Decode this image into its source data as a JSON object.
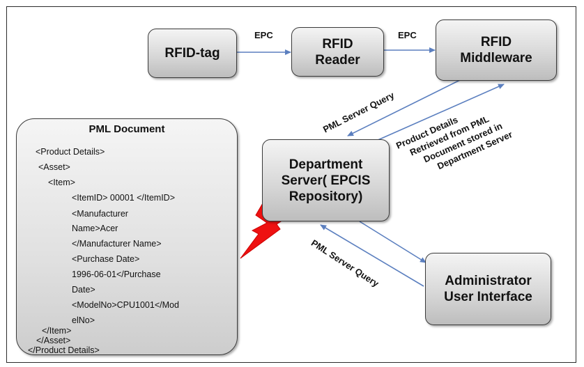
{
  "nodes": {
    "rfid_tag": "RFID-tag",
    "rfid_reader": [
      "RFID",
      "Reader"
    ],
    "rfid_middleware": [
      "RFID",
      "Middleware"
    ],
    "department_server": [
      "Department",
      "Server( EPCIS",
      "Repository)"
    ],
    "admin_ui": [
      "Administrator",
      "User Interface"
    ]
  },
  "edges": {
    "epc_1": "EPC",
    "epc_2": "EPC",
    "pml_query_1": "PML Server Query",
    "product_details": [
      "Product Details",
      "Retrieved from PML",
      "Document stored in",
      "Department Server"
    ],
    "pml_query_2": "PML Server Query"
  },
  "pml_document": {
    "title": "PML Document",
    "lines": [
      "<Product Details>",
      "<Asset>",
      "<Item>",
      "<ItemID> 00001 </ItemID>",
      "<Manufacturer",
      "Name>Acer",
      "</Manufacturer Name>",
      "<Purchase Date>",
      "1996-06-01</Purchase",
      "Date>",
      "<ModelNo>CPU1001</Mod",
      "elNo>",
      "</Item>",
      "</Asset>",
      "</Product Details>"
    ]
  },
  "colors": {
    "arrow": "#5b7fbf",
    "lightning": "#ee1111",
    "box_border": "#3a3a3a"
  }
}
